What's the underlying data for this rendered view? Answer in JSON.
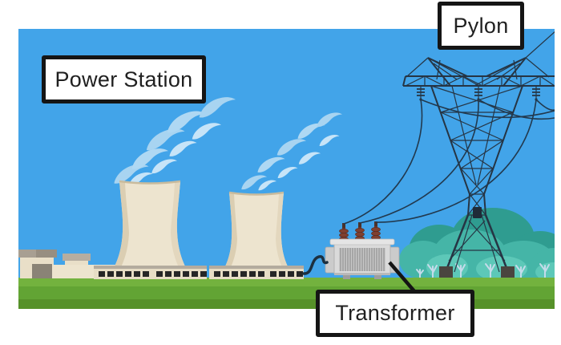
{
  "diagram": {
    "alt": "Power station with two steaming cooling towers, a cable feeding a transformer, and overhead lines rising to a transmission pylon",
    "labels": {
      "power_station": "Power Station",
      "pylon": "Pylon",
      "transformer": "Transformer"
    },
    "colors": {
      "sky": "#42A4E9",
      "steam": "#AFD8F3",
      "steam_light": "#C6E4F8",
      "grass_top": "#73B23E",
      "grass_main": "#62A434",
      "grass_shadow": "#569129",
      "cooling_tower": "#EDE4CF",
      "cooling_tower_shade": "#DBCEB2",
      "station_window": "#262626",
      "bush_teal_dark": "#2F9C90",
      "bush_teal": "#45B5A7",
      "bush_teal_light": "#5DC8B8",
      "pylon_steel": "#263544",
      "wire": "#22394E",
      "transformer_body": "#DADADA",
      "transformer_fins": "#8F8F8F",
      "bushing_brown": "#7F4030",
      "label_background": "#FFFFFF",
      "label_border": "#151515",
      "label_text": "#202020"
    }
  }
}
